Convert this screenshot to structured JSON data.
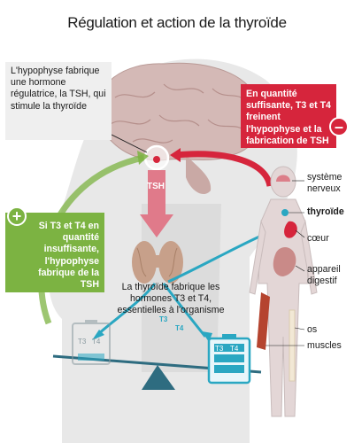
{
  "title": "Régulation et action de la thyroïde",
  "boxes": {
    "hypophyse": "L'hypophyse fabrique une hormone régulatrice, la TSH, qui stimule la thyroïde",
    "negative_feedback": "En quantité suffisante, T3 et T4 freinent l'hypophyse et la fabrication de TSH",
    "positive_feedback": "Si T3 et T4 en quantité insuffisante, l'hypophyse fabrique de la TSH"
  },
  "badges": {
    "minus": "–",
    "plus": "+"
  },
  "labels": {
    "tsh": "TSH",
    "thyroid_text": "La thyroïde fabrique les hormones T3 et T4, essentielles à l'organisme",
    "systeme_nerveux": "système nerveux",
    "thyroide": "thyroïde",
    "coeur": "cœur",
    "appareil_digestif": "appareil digestif",
    "os": "os",
    "muscles": "muscles"
  },
  "hormones": {
    "t3": "T3",
    "t4": "T4"
  },
  "colors": {
    "brain": "#d3b8b5",
    "head_silhouette": "#e6e6e6",
    "negative": "#d6253c",
    "positive": "#7cb342",
    "hormone": "#2aa7c2",
    "tsh_arrow": "#e07a8a"
  }
}
